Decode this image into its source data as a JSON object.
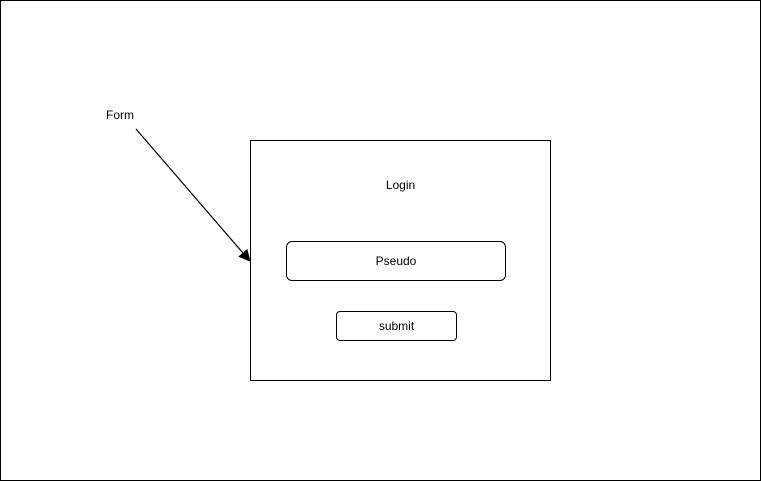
{
  "diagram": {
    "annotation_label": "Form",
    "form": {
      "title": "Login",
      "input_text": "Pseudo",
      "button_label": "submit"
    },
    "colors": {
      "stroke": "#000000",
      "background": "#ffffff"
    }
  }
}
